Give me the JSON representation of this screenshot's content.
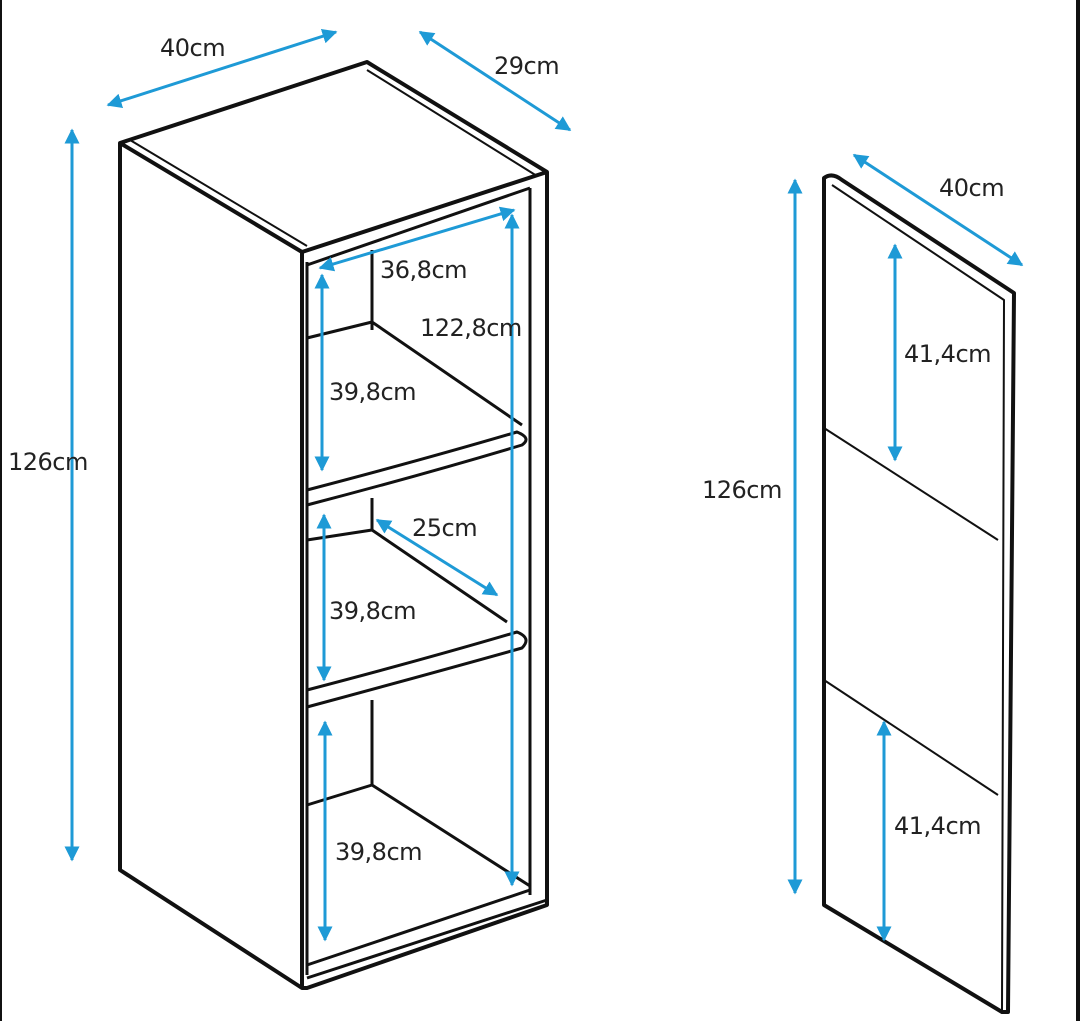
{
  "colors": {
    "dimension": "#1e9ad6",
    "outline": "#111111"
  },
  "cabinet": {
    "width": "40cm",
    "depth": "29cm",
    "height": "126cm",
    "inner_width": "36,8cm",
    "inner_height": "122,8cm",
    "shelf_depth": "25cm",
    "compartments": [
      "39,8cm",
      "39,8cm",
      "39,8cm"
    ]
  },
  "door": {
    "width": "40cm",
    "height": "126cm",
    "top_section": "41,4cm",
    "bottom_section": "41,4cm"
  }
}
